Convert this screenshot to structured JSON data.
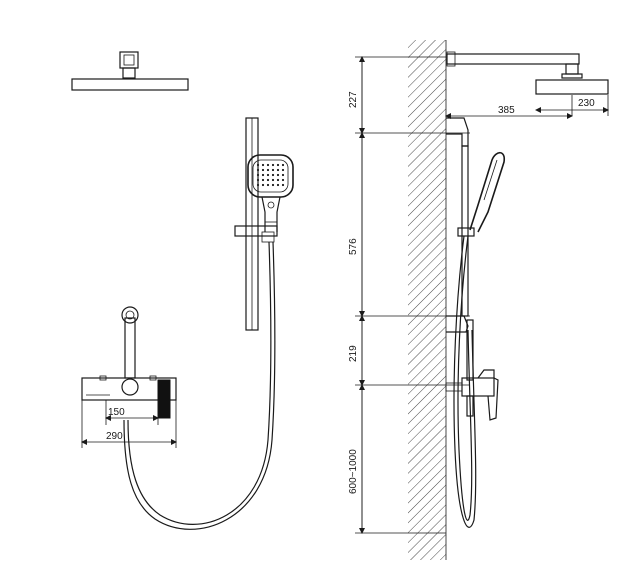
{
  "dimensions": {
    "head_width_230": "230",
    "arm_length_385": "385",
    "head_to_bracket_227": "227",
    "bar_length_576": "576",
    "bar_to_valve_219": "219",
    "valve_to_floor": "600~1000",
    "valve_inner_150": "150",
    "valve_outer_290": "290"
  },
  "colors": {
    "line": "#1a1a1a",
    "background": "#ffffff",
    "handle_fill": "#111111"
  }
}
